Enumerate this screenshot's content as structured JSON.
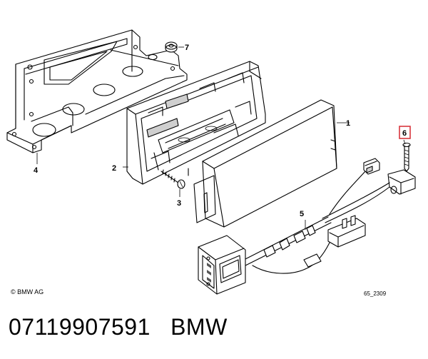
{
  "callouts": {
    "c1": "1",
    "c2": "2",
    "c3": "3",
    "c4": "4",
    "c5": "5",
    "c6": "6",
    "c7": "7"
  },
  "copyright": "© BMW AG",
  "diagram_code": "65_2309",
  "part_title": "07119907591   BMW",
  "colors": {
    "highlight_box": "#d9363e",
    "line": "#000000",
    "background": "#ffffff"
  }
}
